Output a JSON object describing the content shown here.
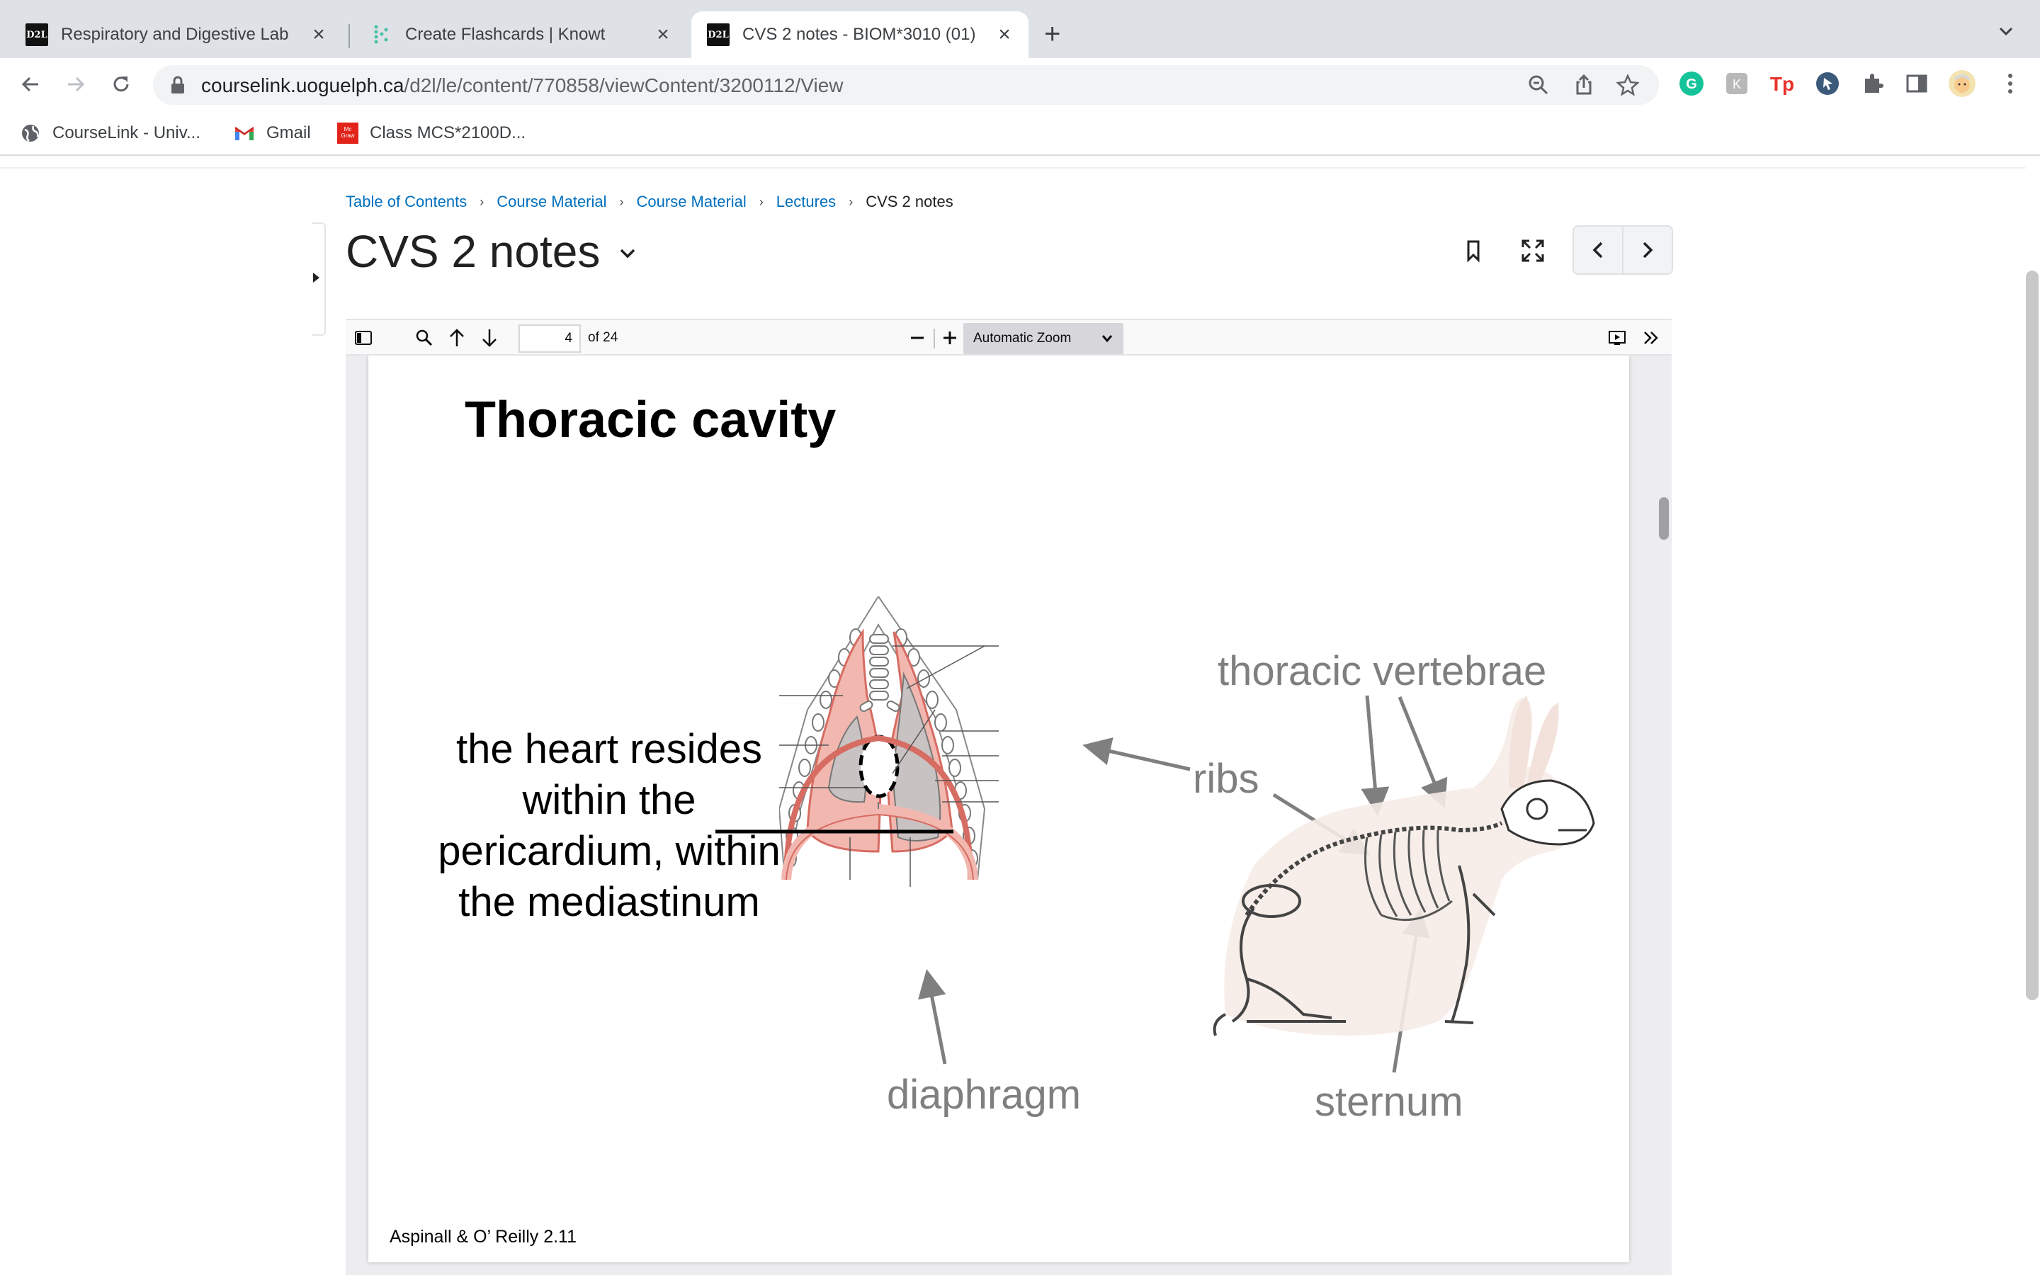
{
  "browser": {
    "tabs": [
      {
        "title": "Respiratory and Digestive Lab",
        "favicon": "D2L",
        "active": false
      },
      {
        "title": "Create Flashcards | Knowt",
        "favicon": "knowt-icon",
        "active": false
      },
      {
        "title": "CVS 2 notes - BIOM*3010 (01)",
        "favicon": "D2L",
        "active": true
      }
    ],
    "new_tab_label": "+",
    "url_host": "courselink.uoguelph.ca",
    "url_path": "/d2l/le/content/770858/viewContent/3200112/View",
    "bookmarks": [
      {
        "label": "CourseLink - Univ...",
        "icon": "globe-icon"
      },
      {
        "label": "Gmail",
        "icon": "gmail-icon"
      },
      {
        "label": "Class MCS*2100D...",
        "icon": "mcgraw-hill-icon"
      }
    ]
  },
  "breadcrumbs": [
    "Table of Contents",
    "Course Material",
    "Course Material",
    "Lectures"
  ],
  "breadcrumb_current": "CVS 2 notes",
  "page_title": "CVS 2 notes",
  "pdf_toolbar": {
    "page_number": "4",
    "page_count": "of 24",
    "zoom": "Automatic Zoom"
  },
  "slide": {
    "title": "Thoracic cavity",
    "heart_text": "the heart resides within the pericardium, within the mediastinum",
    "labels": {
      "thoracic_vertebrae": "thoracic vertebrae",
      "ribs": "ribs",
      "diaphragm": "diaphragm",
      "sternum": "sternum"
    },
    "citation": "Aspinall & O’ Reilly 2.11"
  },
  "colors": {
    "link": "#006fbf",
    "tab_strip": "#dee1e6",
    "lung_fill": "#f2b8b0",
    "lung_inner": "#c9c2c2",
    "label_gray": "#7f7f7f"
  }
}
